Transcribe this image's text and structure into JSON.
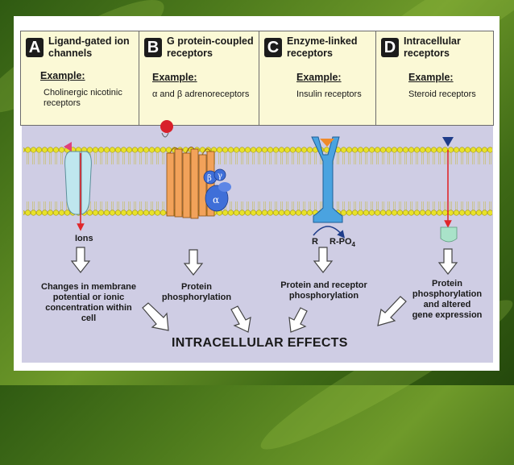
{
  "panels": [
    {
      "letter": "A",
      "title": "Ligand-gated ion\nchannels",
      "example_heading": "Example:",
      "example": "Cholinergic nicotinic\nreceptors"
    },
    {
      "letter": "B",
      "title": "G protein-coupled\nreceptors",
      "example_heading": "Example:",
      "example": "α and β adrenoreceptors"
    },
    {
      "letter": "C",
      "title": "Enzyme-linked\nreceptors",
      "example_heading": "Example:",
      "example": "Insulin receptors"
    },
    {
      "letter": "D",
      "title": "Intracellular\nreceptors",
      "example_heading": "Example:",
      "example": "Steroid receptors"
    }
  ],
  "labels": {
    "ions": "Ions",
    "r": "R",
    "r_po4": "R-PO",
    "po4_sub": "4",
    "beta": "β",
    "gamma": "γ",
    "alpha": "α"
  },
  "effects": [
    "Changes in membrane\npotential or ionic\nconcentration within cell",
    "Protein phosphorylation",
    "Protein and receptor\nphosphorylation",
    "Protein phosphorylation\nand altered\ngene expression"
  ],
  "intracellular_effects": "INTRACELLULAR EFFECTS",
  "colors": {
    "panel_bg": "#fbf9d6",
    "diagram_bg": "#cfcde4",
    "membrane_head": "#e8e22a",
    "channel": "#bfe6ee",
    "gpcr": "#f2a25a",
    "g_protein": "#3f6fd8",
    "enzyme_receptor": "#4aa3e0",
    "intracellular_receptor": "#a9e3c9",
    "arrow_red": "#e0262a"
  }
}
